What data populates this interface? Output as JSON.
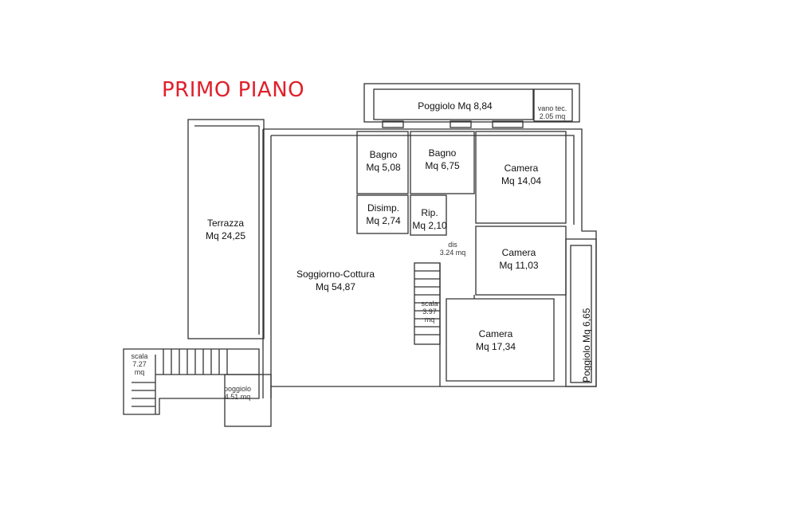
{
  "title": "PRIMO PIANO",
  "rooms": {
    "poggiolo_top": "Poggiolo Mq 8,84",
    "vano_tec": {
      "name": "vano tec.",
      "area": "2.05 mq"
    },
    "terrazza": {
      "name": "Terrazza",
      "area": "Mq 24,25"
    },
    "bagno1": {
      "name": "Bagno",
      "area": "Mq 5,08"
    },
    "bagno2": {
      "name": "Bagno",
      "area": "Mq 6,75"
    },
    "camera1": {
      "name": "Camera",
      "area": "Mq 14,04"
    },
    "disimp": {
      "name": "Disimp.",
      "area": "Mq 2,74"
    },
    "rip": {
      "name": "Rip.",
      "area": "Mq 2,10"
    },
    "dis": {
      "name": "dis",
      "area": "3.24 mq"
    },
    "camera2": {
      "name": "Camera",
      "area": "Mq 11,03"
    },
    "soggiorno": {
      "name": "Soggiorno-Cottura",
      "area": "Mq 54,87"
    },
    "scala_int": {
      "name": "scala",
      "area": "3.97",
      "unit": "mq"
    },
    "camera3": {
      "name": "Camera",
      "area": "Mq 17,34"
    },
    "poggiolo_right": "Poggiolo Mq 6,65",
    "scala_ext": {
      "name": "scala",
      "area": "7.27",
      "unit": "mq"
    },
    "poggiolo_small": {
      "name": "poggiolo",
      "area": "4.51 mq"
    }
  }
}
